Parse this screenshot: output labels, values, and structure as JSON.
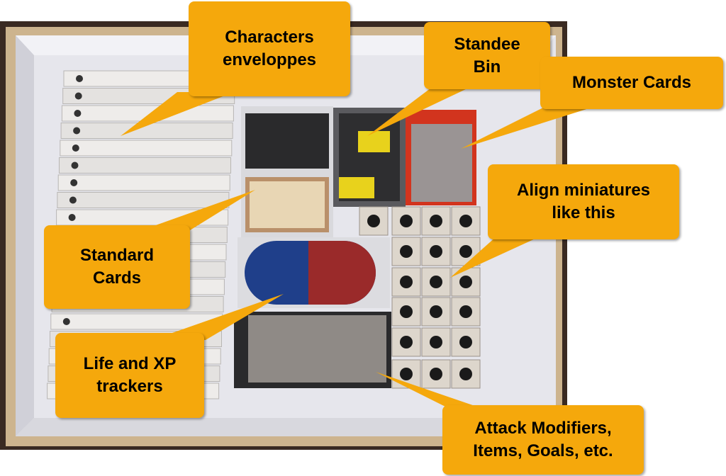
{
  "callouts": {
    "characters": {
      "line1": "Characters",
      "line2": "enveloppes"
    },
    "standee": {
      "line1": "Standee",
      "line2": "Bin"
    },
    "monster": {
      "line1": "Monster Cards"
    },
    "align": {
      "line1": "Align miniatures",
      "line2": "like this"
    },
    "standard": {
      "line1": "Standard",
      "line2": "Cards"
    },
    "life": {
      "line1": "Life and XP",
      "line2": "trackers"
    },
    "attack": {
      "line1": "Attack Modifiers,",
      "line2": "Items, Goals, etc."
    }
  },
  "colors": {
    "callout": "#f5a80c",
    "box_white": "#e9e9ee",
    "tray_red": "#d2341e",
    "tile": "#ddd6cc"
  }
}
